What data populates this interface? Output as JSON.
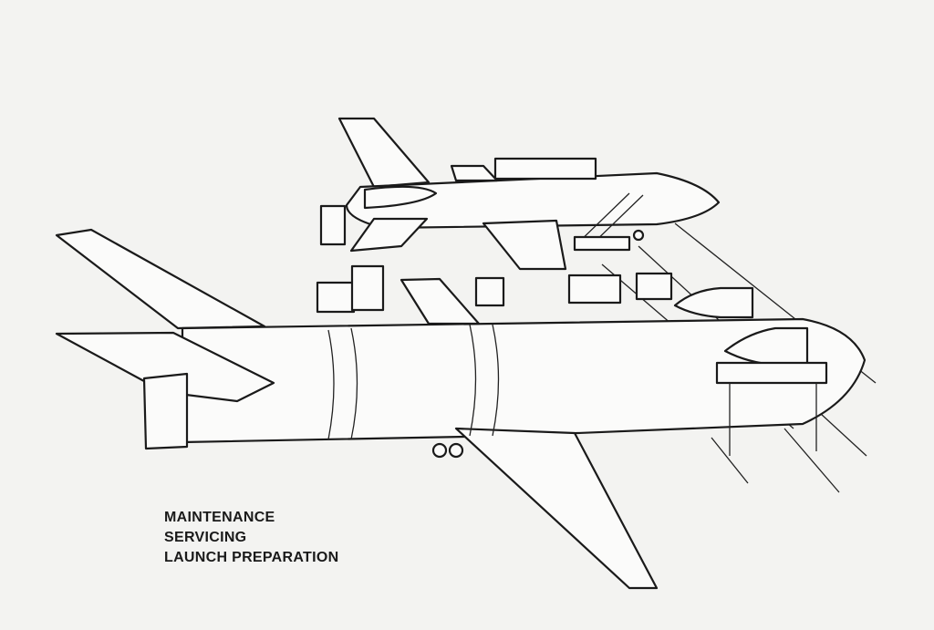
{
  "caption": {
    "lines": [
      "MAINTENANCE",
      "SERVICING",
      "LAUNCH PREPARATION"
    ]
  },
  "colors": {
    "background": "#f3f3f1",
    "ink": "#1a1a1a"
  }
}
